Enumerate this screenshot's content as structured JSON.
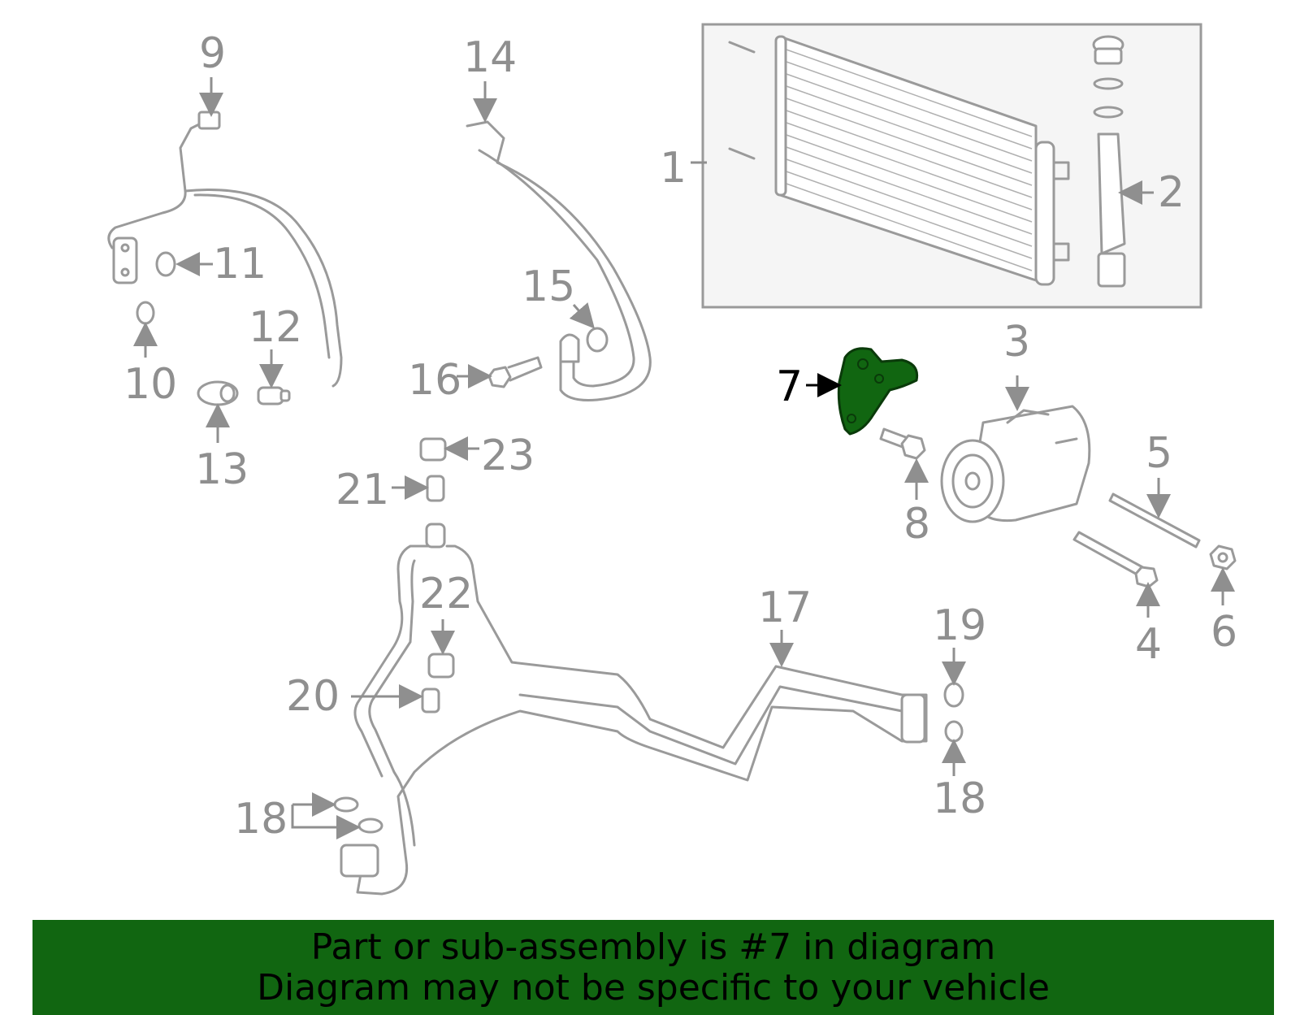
{
  "callouts": {
    "c1": "1",
    "c2": "2",
    "c3": "3",
    "c4": "4",
    "c5": "5",
    "c6": "6",
    "c7": "7",
    "c8": "8",
    "c9": "9",
    "c10": "10",
    "c11": "11",
    "c12": "12",
    "c13": "13",
    "c14": "14",
    "c15": "15",
    "c16": "16",
    "c17": "17",
    "c18a": "18",
    "c18b": "18",
    "c19": "19",
    "c20": "20",
    "c21": "21",
    "c22": "22",
    "c23": "23"
  },
  "highlighted_part": "7",
  "colors": {
    "highlight": "#116611",
    "line": "#9a9a9a",
    "label": "#8f8f8f"
  },
  "banner": {
    "line1": "Part or sub-assembly is #7 in diagram",
    "line2": "Diagram may not be specific to your vehicle"
  }
}
